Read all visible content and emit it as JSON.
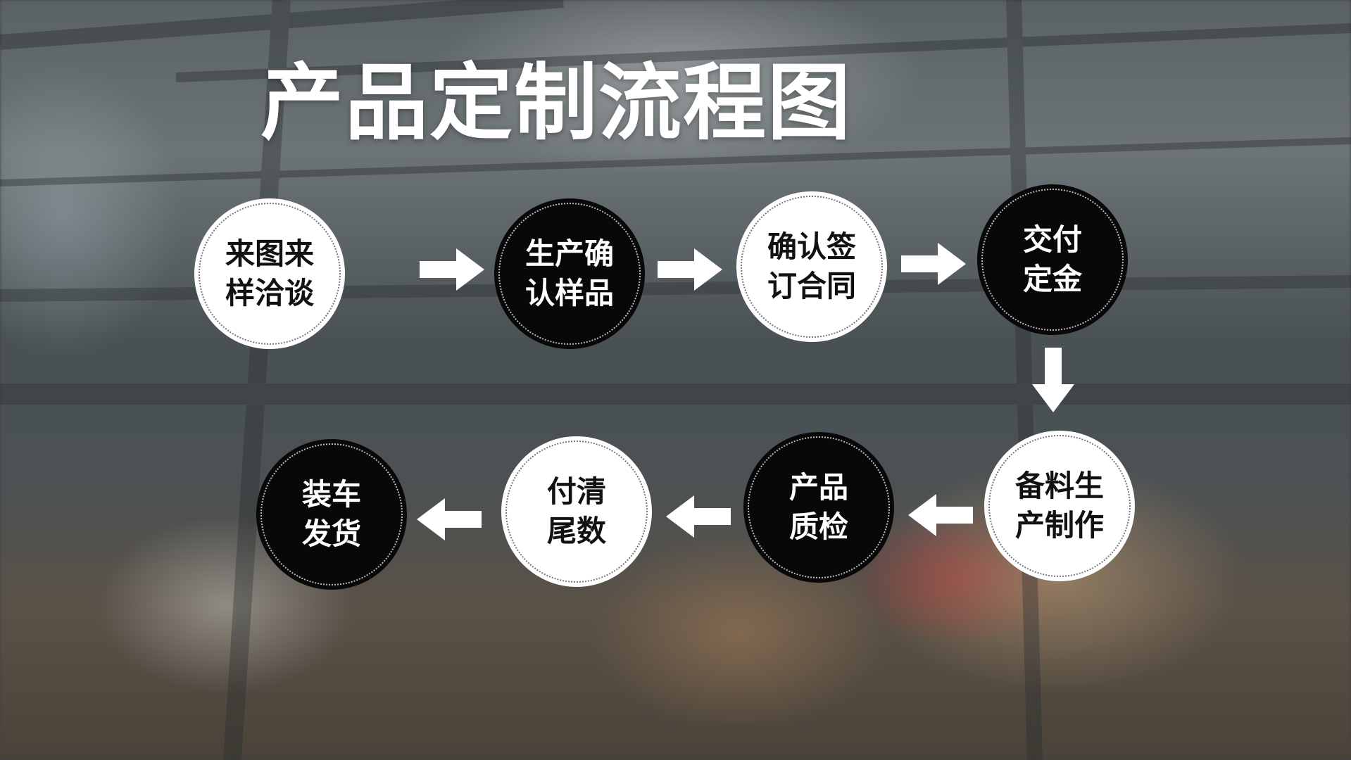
{
  "title": "产品定制流程图",
  "nodes": [
    {
      "label": "来图来样洽谈",
      "style": "white"
    },
    {
      "label": "生产确认样品",
      "style": "black"
    },
    {
      "label": "确认签订合同",
      "style": "white"
    },
    {
      "label": "交付定金",
      "style": "black"
    },
    {
      "label": "备料生产制作",
      "style": "white"
    },
    {
      "label": "产品质检",
      "style": "black"
    },
    {
      "label": "付清尾数",
      "style": "white"
    },
    {
      "label": "装车发货",
      "style": "black"
    }
  ],
  "colors": {
    "node_white": "#ffffff",
    "node_black": "#080808",
    "arrow": "#ffffff",
    "title": "#ffffff"
  }
}
